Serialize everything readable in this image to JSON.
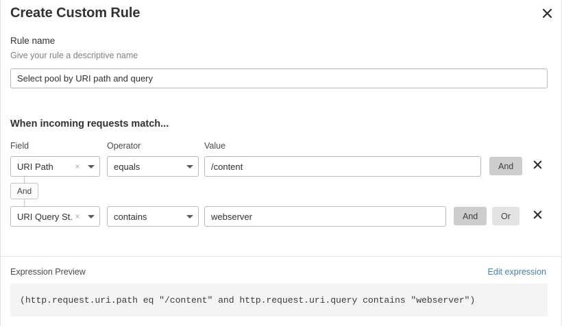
{
  "dialog": {
    "title": "Create Custom Rule",
    "close_icon": "close-icon"
  },
  "rule_name": {
    "label": "Rule name",
    "help": "Give your rule a descriptive name",
    "value": "Select pool by URI path and query",
    "placeholder": "Select pool by URI path and query"
  },
  "match": {
    "heading": "When incoming requests match...",
    "columns": {
      "field": "Field",
      "operator": "Operator",
      "value": "Value"
    },
    "connector_chip": "And",
    "rows": [
      {
        "field": "URI Path",
        "operator": "equals",
        "value": "/content",
        "clear": "×",
        "logic": [
          {
            "label": "And",
            "selected": true
          }
        ]
      },
      {
        "field": "URI Query St...",
        "operator": "contains",
        "value": "webserver",
        "clear": "×",
        "logic": [
          {
            "label": "And",
            "selected": true
          },
          {
            "label": "Or",
            "selected": false
          }
        ]
      }
    ]
  },
  "expression": {
    "label": "Expression Preview",
    "edit_link": "Edit expression",
    "code": "(http.request.uri.path eq \"/content\" and http.request.uri.query contains \"webserver\")"
  },
  "colors": {
    "link": "#4a7fa8",
    "border": "#b8b8b8",
    "code_bg": "#f4f4f4",
    "logic_on": "#cdcdcd",
    "logic_off": "#e3e3e3"
  }
}
